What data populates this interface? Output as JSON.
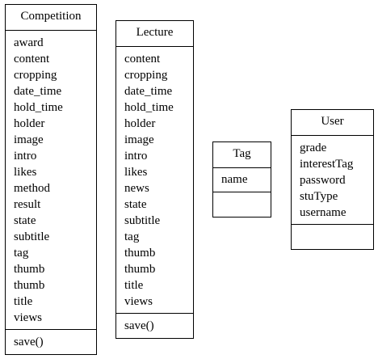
{
  "classes": [
    {
      "name": "Competition",
      "attributes": [
        "award",
        "content",
        "cropping",
        "date_time",
        "hold_time",
        "holder",
        "image",
        "intro",
        "likes",
        "method",
        "result",
        "state",
        "subtitle",
        "tag",
        "thumb",
        "thumb",
        "title",
        "views"
      ],
      "methods": [
        "save()"
      ]
    },
    {
      "name": "Lecture",
      "attributes": [
        "content",
        "cropping",
        "date_time",
        "hold_time",
        "holder",
        "image",
        "intro",
        "likes",
        "news",
        "state",
        "subtitle",
        "tag",
        "thumb",
        "thumb",
        "title",
        "views"
      ],
      "methods": [
        "save()"
      ]
    },
    {
      "name": "Tag",
      "attributes": [
        "name"
      ],
      "methods": []
    },
    {
      "name": "User",
      "attributes": [
        "grade",
        "interestTag",
        "password",
        "stuType",
        "username"
      ],
      "methods": []
    }
  ]
}
